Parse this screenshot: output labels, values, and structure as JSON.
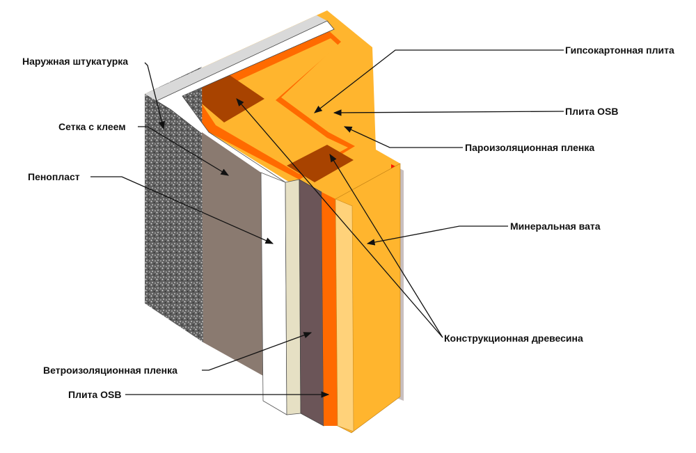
{
  "labels": {
    "naruzhnaya_shtukaturka": "Наружная штукатурка",
    "setka_s_kleem": "Сетка с клеем",
    "penoplast": "Пенопласт",
    "vetroizolyatsionnaya_plenka": "Ветроизоляционная пленка",
    "plita_osb_left": "Плита OSB",
    "gipsokartonnaya_plita": "Гипсокартонная плита",
    "plita_osb_right": "Плита OSB",
    "paroizolyatsionnaya_plenka": "Пароизоляционная пленка",
    "mineralnaya_vata": "Минеральная вата",
    "konstruktsionnaya_drevesina": "Конструкционная древесина"
  },
  "colors": {
    "plaster": "#6e6e6e",
    "mesh_glue": "#8a7a70",
    "foam": "#ffffff",
    "wind_membrane": "#e6e0c4",
    "osb_outer": "#6b5558",
    "osb_orange": "#ff6a00",
    "mineral_wool": "#ffb52e",
    "timber": "#a84300",
    "vapor_barrier": "#ff1a00",
    "gypsum": "#c8bfbf",
    "leader": "#111111"
  }
}
